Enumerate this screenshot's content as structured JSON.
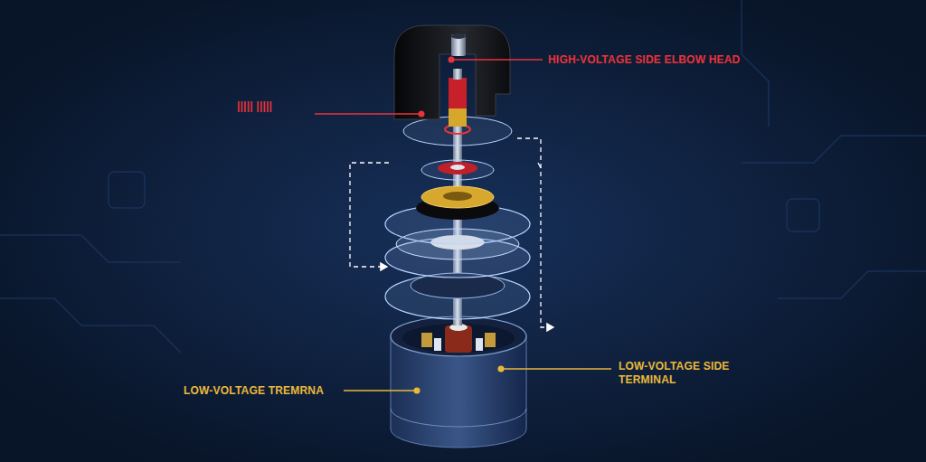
{
  "diagram": {
    "labels": [
      "HIGH-VOLTAGE SIDE ELBOW HEAD",
      "||||| |||||",
      "LOW-VOLTAGE TREMRNA",
      "LOW-VOLTAGE SIDE TERMINAL"
    ]
  }
}
